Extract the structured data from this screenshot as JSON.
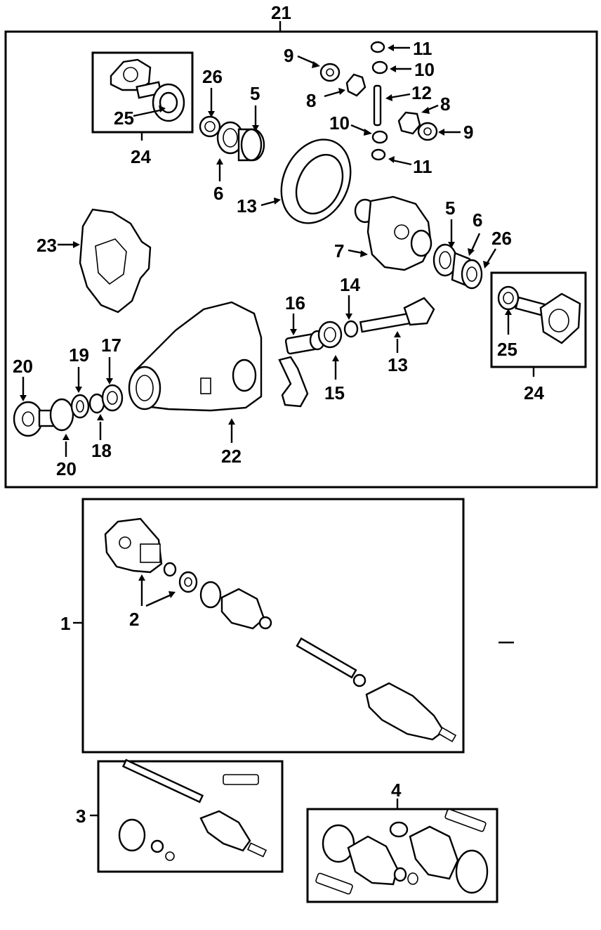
{
  "callouts": {
    "c21": "21",
    "c24a": "24",
    "c25a": "25",
    "c26a": "26",
    "c5a": "5",
    "c6a": "6",
    "c9a": "9",
    "c11a": "11",
    "c10a": "10",
    "c8a": "8",
    "c12": "12",
    "c8b": "8",
    "c10b": "10",
    "c9b": "9",
    "c11b": "11",
    "c13a": "13",
    "c23": "23",
    "c5b": "5",
    "c6b": "6",
    "c26b": "26",
    "c7": "7",
    "c16": "16",
    "c14": "14",
    "c13b": "13",
    "c15": "15",
    "c25b": "25",
    "c24b": "24",
    "c20a": "20",
    "c19": "19",
    "c17": "17",
    "c18": "18",
    "c20b": "20",
    "c22": "22",
    "c1": "1",
    "c2": "2",
    "c3": "3",
    "c4": "4"
  }
}
